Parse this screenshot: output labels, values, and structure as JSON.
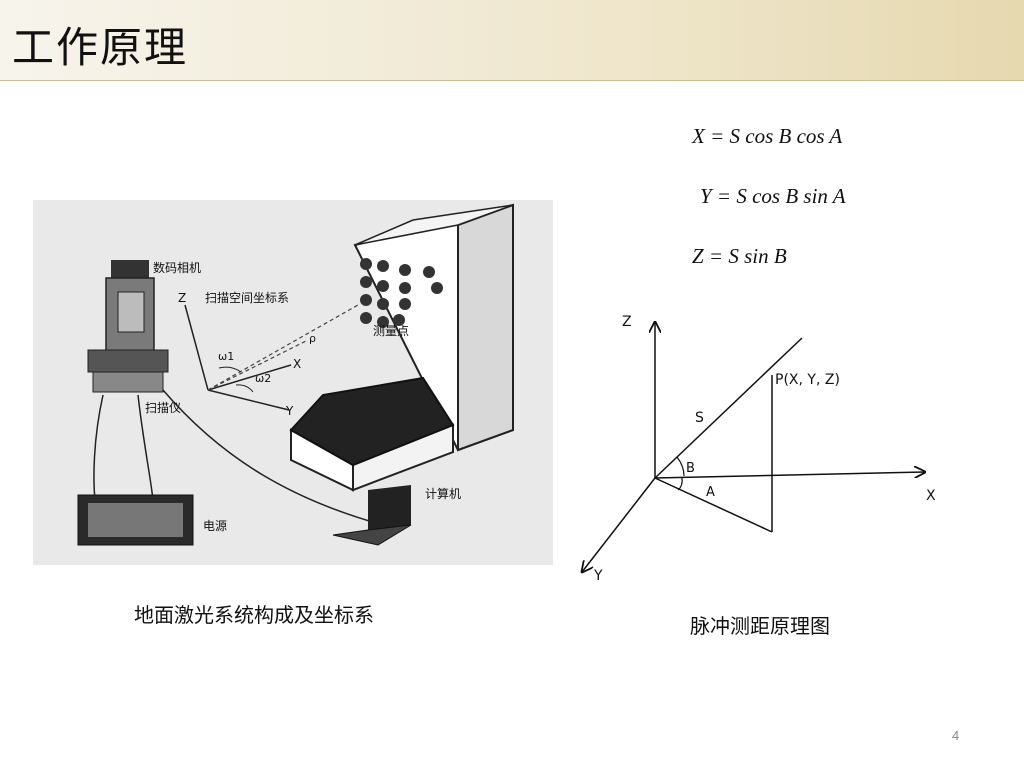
{
  "title": "工作原理",
  "photo_labels": {
    "camera": "数码相机",
    "coord_system": "扫描空间坐标系",
    "measure_point": "测量点",
    "scanner": "扫描仪",
    "computer": "计算机",
    "power": "电源",
    "axis_z": "Z",
    "axis_x": "X",
    "axis_y": "Y",
    "omega1": "ω1",
    "omega2": "ω2",
    "rho": "ρ"
  },
  "formulas": {
    "x": "X = S cos B cos A",
    "y": "Y = S cos B sin A",
    "z": "Z = S sin B"
  },
  "pulse_labels": {
    "axis_z": "Z",
    "axis_x": "X",
    "axis_y": "Y",
    "point": "P(X, Y, Z)",
    "s": "S",
    "b": "B",
    "a": "A"
  },
  "captions": {
    "left": "地面激光系统构成及坐标系",
    "right": "脉冲测距原理图"
  },
  "page_number": "4"
}
